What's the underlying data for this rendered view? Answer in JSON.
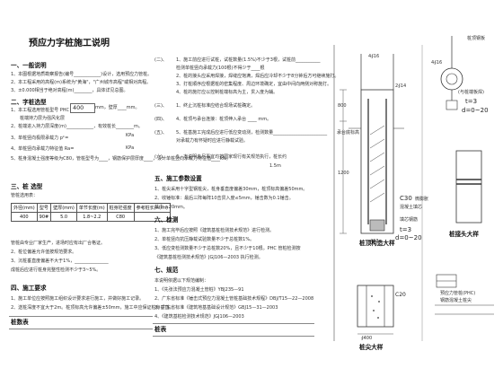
{
  "left": {
    "title": "预应力字桩施工说明",
    "sec1": "一、一般说明",
    "p1_1": "1、本图根据地质勘察报告(编号____________)设计，选用预应力管桩。",
    "p1_2": "2、本工程采用的高程(m)系统为\"黄海\"，\"广州城市高程\"或相对高程。",
    "p1_3": "3、±0.000相当于绝对高程(m)________，具体详见总图。",
    "sec2": "二、字桩选型",
    "p2_1a": "1、本工程选用管桩型号 PHC",
    "p2_1val": "400",
    "p2_1b": "mm，壁厚____mm。",
    "p2_note": "桩端持力层为强风化层",
    "p2_2": "2、桩端进入持力层深度(m)____________，有效桩长________m。",
    "p2_3a": "3、单桩竖向极限承载力 pᵏ=",
    "p2_3b": "KPa",
    "p2_4a": "4、单桩竖向承载力特征值 Ra=",
    "p2_4b": "KPa",
    "p2_5": "5、桩身混凝土强度等级为C80，管桩型号为____，钢筋保护层厚度____，设计单桩竖向承载力特征值____kN。",
    "sec3": "三、桩 选型",
    "table_intro": "管桩选用表：",
    "table_head": [
      "外径(mm)",
      "型号",
      "壁厚(mm)",
      "单节长度(m)",
      "桩身砼强度",
      "参考桩长(m/m)"
    ],
    "table_row": [
      "400",
      "90#",
      "5.0",
      "1.8~2.2",
      "C80",
      ""
    ],
    "p3_note": "管桩由专业厂家生产，进场时应有出厂合格证。",
    "p3_2": "2、桩位偏差允许值按规范要求。",
    "p3_3": "3、沉桩垂直度偏差不大于1%，_______________",
    "p3_4": "成桩后应进行桩身完整性检测不少于3~5%。",
    "sec4": "四、施工要求",
    "p4_1": "1、施工单位应按照施工组织设计要求进行施工，并做好施工记录。",
    "p4_2": "2、送桩深度不宜大于2m。桩顶标高允许偏差±50mm，施工中应保证桩身垂直。",
    "bottom_label": "桩数表"
  },
  "middle": {
    "c2": "(二)、",
    "m2": "1、施工前应进行试桩，试桩数量(1.5%)不少于3根，试桩前___________",
    "m2b": "检测单桩竖向承载力(100根)不得少于____根",
    "m2c": "2、桩的接头应采用焊接，焊缝应饱满，焊后应冷却不少于8分钟后方可继续施打。",
    "m2d": "3、打桩顺序应根据桩的密集程度、周边环境确定，宜由中间向两侧对称施打。",
    "m2e": "4、桩的施打应以控制桩端标高为主，贯入度为辅。",
    "c3": "(三)、",
    "m3": "1、终止沉桩标准应结合现场试桩确定。",
    "c4": "(四)、",
    "m4": "4、桩顶与承台连接：桩顶伸入承台 ____ mm。",
    "c5": "(五)、",
    "m5": "5、桩基施工完成后应进行低应变动测，检测数量________________________",
    "m5b": "对承载力有怀疑时应进行静载试验。",
    "c6": "(六)、",
    "m6": "6、本说明未尽事宜均按国家现行有关规范执行，桩长约",
    "m6val": "1.5m",
    "sec5": "五、施工参数设置",
    "s5_1": "1、桩尖采用十字型钢桩尖，桩身垂直度偏差30mm，桩顶标高偏差50mm。",
    "s5_2": "2、收锤标准：最后三阵每阵10击贯入度≤5mm，锤击数为0.1锤击。",
    "s5_3": "其中 ≥20mm。",
    "sec6": "六、检测",
    "s6_1": "1、施工完毕后应按照《建筑基桩检测技术规范》进行检测。",
    "s6_2": "2、单桩竖向抗压静载试验数量不少于总桩数1%。",
    "s6_3": "3、低应变检测数量不少于总桩数20%，且不少于10根。PHC 管桩检测按",
    "s6_4": "《建筑基桩检测技术规范》JGJ106—2003 执行检测。",
    "sec7": "七、规范",
    "r_intro": "本说明依据以下规范编制：",
    "r1": "1、《先张法预应力混凝土管桩》YBJ235—91",
    "r2": "2、广东省标准《锤击式预应力混凝土管桩基础技术规程》DBJ/T15—22—2008",
    "r3": "3、广东省标准《建筑地基基础设计规范》GBJ15—31—2003",
    "r4": "4、《建筑基桩检测技术规范》JGJ106—2003",
    "bottom_label": "桩表"
  },
  "right": {
    "rebar_top": "4∮16",
    "rebar_mid": "2∮14",
    "dim_800": "800",
    "dim_1200": "1200",
    "dim_400": "400",
    "left_tag": "承台底标高",
    "concrete": "C30",
    "concrete_note": "微膨胀",
    "concrete2": "混凝土填芯",
    "cap_label": "填芯钢筋",
    "t_val": "t=3",
    "d_val": "d=0~20",
    "caption1": "桩顶构造大样",
    "caption2": "桩接头大样",
    "det_top": "4∮16",
    "det_tag": "桩顶钢板",
    "det_sub": "(与桩端板焊)",
    "det_t": "t=3",
    "det_d": "d=0~20",
    "bot_c20": "C20",
    "bot_400": "∮400",
    "bot_note": "预应力管桩(PHC)",
    "bot_note2": "钢筋混凝土桩尖",
    "caption3": "桩尖大样"
  }
}
